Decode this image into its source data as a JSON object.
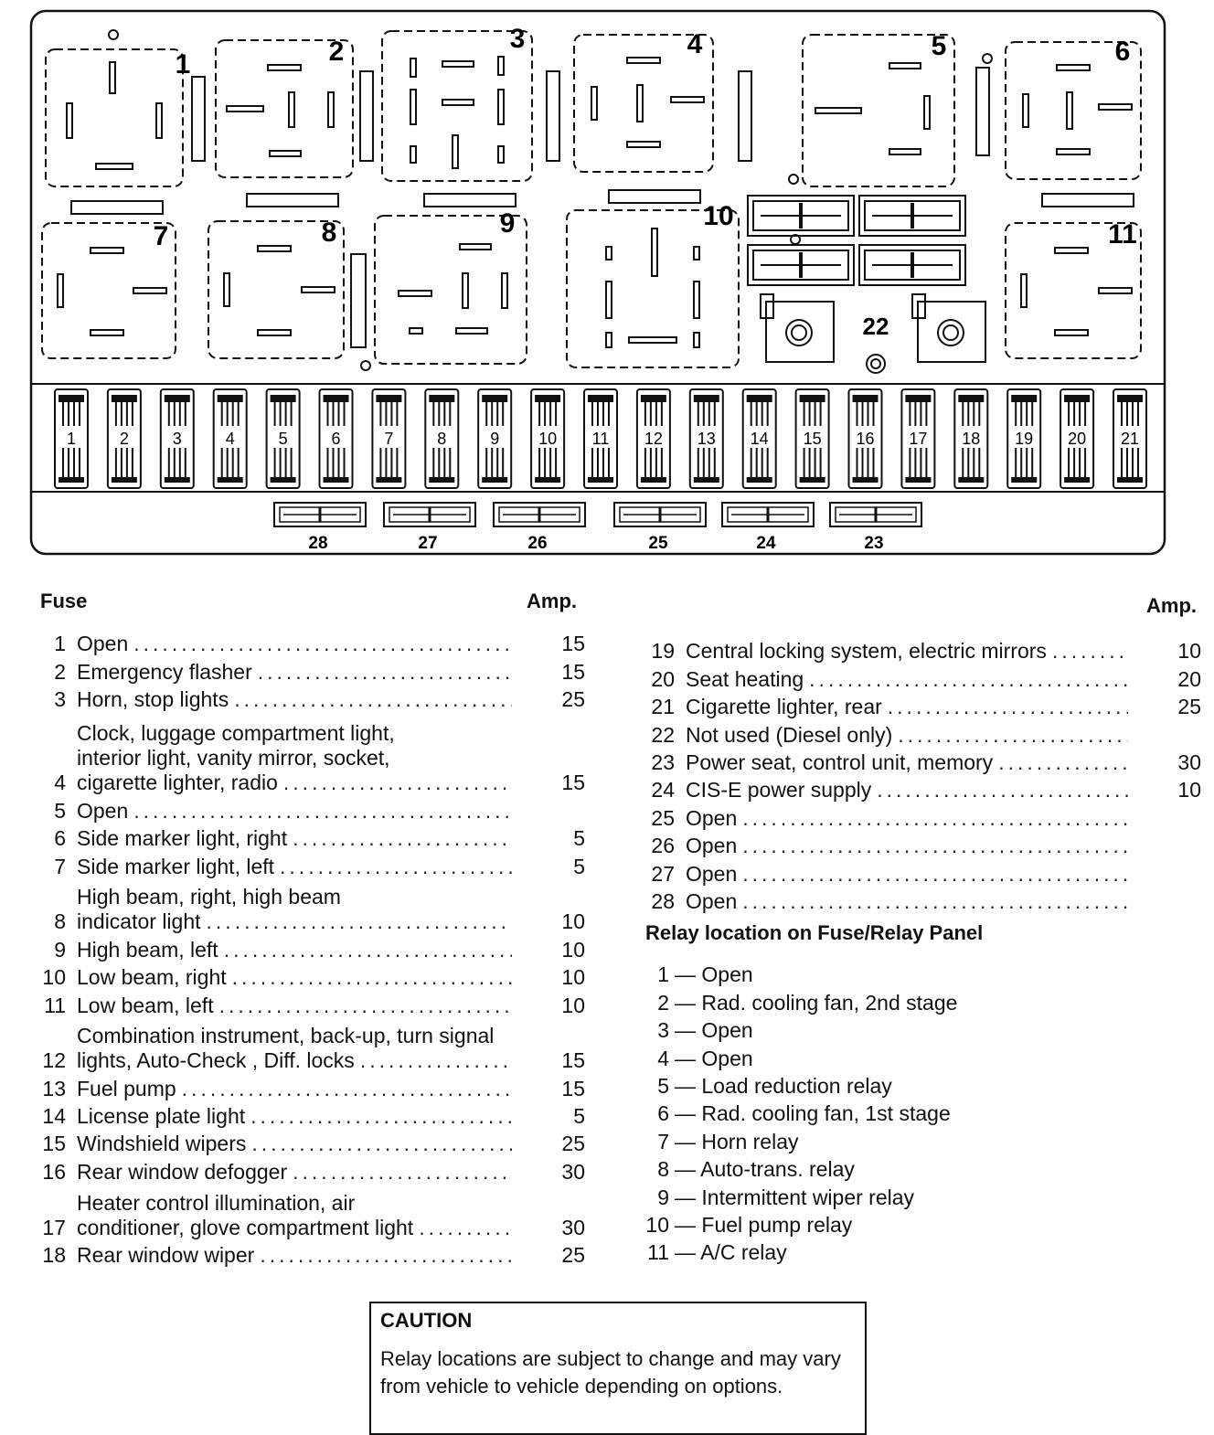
{
  "panel": {
    "relays": [
      "1",
      "2",
      "3",
      "4",
      "5",
      "6",
      "7",
      "8",
      "9",
      "10",
      "11"
    ],
    "fuses_top": [
      "1",
      "2",
      "3",
      "4",
      "5",
      "6",
      "7",
      "8",
      "9",
      "10",
      "11",
      "12",
      "13",
      "14",
      "15",
      "16",
      "17",
      "18",
      "19",
      "20",
      "21"
    ],
    "fuses_bottom": [
      "28",
      "27",
      "26",
      "25",
      "24",
      "23"
    ],
    "label_22": "22"
  },
  "fuse_table": {
    "header_fuse": "Fuse",
    "header_amp": "Amp.",
    "header_amp_right": "Amp.",
    "left_rows": [
      {
        "num": "1",
        "lines": [
          "Open"
        ],
        "amp": "15"
      },
      {
        "num": "2",
        "lines": [
          "Emergency flasher"
        ],
        "amp": "15"
      },
      {
        "num": "3",
        "lines": [
          "Horn, stop lights"
        ],
        "amp": "25"
      },
      {
        "num": "4",
        "lines": [
          "Clock, luggage compartment light,",
          "interior light, vanity mirror, socket,",
          "cigarette lighter, radio"
        ],
        "amp": "15"
      },
      {
        "num": "5",
        "lines": [
          "Open"
        ],
        "amp": ""
      },
      {
        "num": "6",
        "lines": [
          "Side marker light, right"
        ],
        "amp": "5"
      },
      {
        "num": "7",
        "lines": [
          "Side marker light, left"
        ],
        "amp": "5"
      },
      {
        "num": "8",
        "lines": [
          "High beam, right, high beam",
          "indicator light"
        ],
        "amp": "10"
      },
      {
        "num": "9",
        "lines": [
          "High beam, left"
        ],
        "amp": "10"
      },
      {
        "num": "10",
        "lines": [
          "Low beam, right"
        ],
        "amp": "10"
      },
      {
        "num": "11",
        "lines": [
          "Low beam, left"
        ],
        "amp": "10"
      },
      {
        "num": "12",
        "lines": [
          "Combination instrument, back-up, turn signal",
          "lights, Auto-Check , Diff. locks"
        ],
        "amp": "15"
      },
      {
        "num": "13",
        "lines": [
          "Fuel pump"
        ],
        "amp": "15"
      },
      {
        "num": "14",
        "lines": [
          "License plate light"
        ],
        "amp": "5"
      },
      {
        "num": "15",
        "lines": [
          "Windshield wipers"
        ],
        "amp": "25"
      },
      {
        "num": "16",
        "lines": [
          "Rear window defogger"
        ],
        "amp": "30"
      },
      {
        "num": "17",
        "lines": [
          "Heater control illumination, air",
          "conditioner, glove compartment light"
        ],
        "amp": "30"
      },
      {
        "num": "18",
        "lines": [
          "Rear window wiper"
        ],
        "amp": "25"
      }
    ],
    "right_rows": [
      {
        "num": "19",
        "lines": [
          "Central locking system, electric mirrors"
        ],
        "amp": "10"
      },
      {
        "num": "20",
        "lines": [
          "Seat heating"
        ],
        "amp": "20"
      },
      {
        "num": "21",
        "lines": [
          "Cigarette lighter, rear"
        ],
        "amp": "25"
      },
      {
        "num": "22",
        "lines": [
          "Not used (Diesel only)"
        ],
        "amp": ""
      },
      {
        "num": "23",
        "lines": [
          "Power seat, control unit, memory"
        ],
        "amp": "30"
      },
      {
        "num": "24",
        "lines": [
          "CIS-E power supply"
        ],
        "amp": "10"
      },
      {
        "num": "25",
        "lines": [
          "Open"
        ],
        "amp": ""
      },
      {
        "num": "26",
        "lines": [
          "Open"
        ],
        "amp": ""
      },
      {
        "num": "27",
        "lines": [
          "Open"
        ],
        "amp": ""
      },
      {
        "num": "28",
        "lines": [
          "Open"
        ],
        "amp": ""
      }
    ]
  },
  "relay_table": {
    "title": "Relay location on Fuse/Relay Panel",
    "rows": [
      {
        "num": "1",
        "text": "— Open"
      },
      {
        "num": "2",
        "text": "— Rad. cooling fan, 2nd stage"
      },
      {
        "num": "3",
        "text": "— Open"
      },
      {
        "num": "4",
        "text": "— Open"
      },
      {
        "num": "5",
        "text": "— Load reduction relay"
      },
      {
        "num": "6",
        "text": "— Rad. cooling fan, 1st stage"
      },
      {
        "num": "7",
        "text": "— Horn relay"
      },
      {
        "num": "8",
        "text": "— Auto-trans. relay"
      },
      {
        "num": "9",
        "text": "— Intermittent wiper relay"
      },
      {
        "num": "10",
        "text": "— Fuel pump relay"
      },
      {
        "num": "11",
        "text": "— A/C relay"
      }
    ]
  },
  "caution": {
    "title": "CAUTION",
    "body": "Relay locations are subject to change and may vary from vehicle to vehicle depending on options."
  }
}
